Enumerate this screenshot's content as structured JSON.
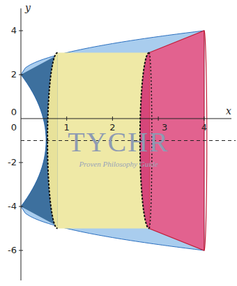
{
  "diagram": {
    "labels": [
      "y",
      "4",
      "2",
      "0",
      "-2",
      "-4",
      "-6",
      "0",
      "1",
      "2",
      "3",
      "4",
      "x",
      "TYCHR",
      "Proven Philosophy Guide"
    ]
  }
}
